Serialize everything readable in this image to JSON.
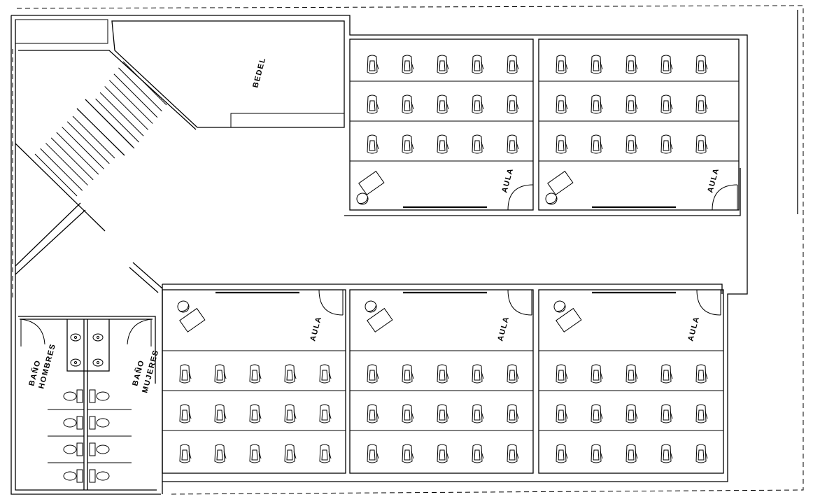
{
  "labels": {
    "bedel": "BEDEL",
    "aula": "AULA",
    "bano_hombres_1": "BAÑO",
    "bano_hombres_2": "HOMBRES",
    "bano_mujeres_1": "BAÑO",
    "bano_mujeres_2": "MUJERES"
  },
  "classrooms": [
    {
      "id": "top-left",
      "rows": 3,
      "seats_per_row": 5
    },
    {
      "id": "top-right",
      "rows": 3,
      "seats_per_row": 5
    },
    {
      "id": "bottom-left",
      "rows": 3,
      "seats_per_row": 5
    },
    {
      "id": "bottom-middle",
      "rows": 3,
      "seats_per_row": 5
    },
    {
      "id": "bottom-right",
      "rows": 3,
      "seats_per_row": 5
    }
  ]
}
